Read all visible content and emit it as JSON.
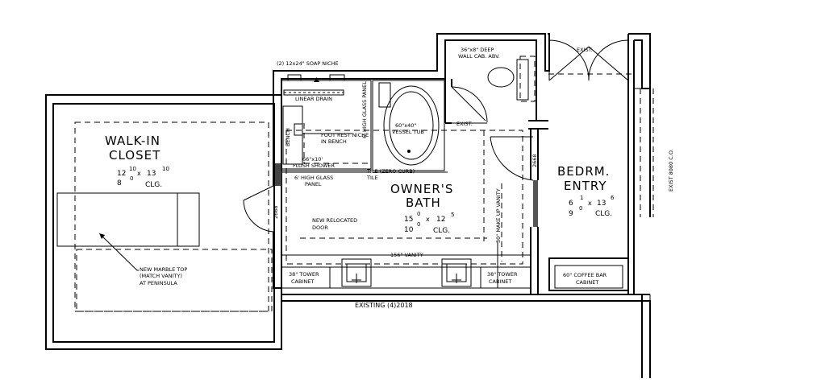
{
  "plan": {
    "soap_niche": "(2) 12x24\" SOAP NICHE",
    "deep_cab": "36\"x8\" DEEP",
    "deep_cab_2": "WALL CAB. ABV.",
    "exist_top": "EXIST.",
    "exist_mid": "EXIST.",
    "exist_8080": "EXIST 8080 C.O.",
    "linear_drain": "LINEAR DRAIN",
    "high_glass_panel_v": "6' HIGH GLASS PANEL",
    "tub": "60\"x40\"",
    "tub_2": "VESSEL TUB",
    "foot_rest": "FOOT REST NICHE",
    "foot_rest_2": "IN BENCH",
    "bench": "BENCH",
    "shower": "66\"x10'",
    "shower_2": "FLUSH SHOWER",
    "glass_panel": "6' HIGH GLASS",
    "glass_panel_2": "PANEL",
    "tile_curb": "TILE (ZERO CURB)",
    "tile": "TILE",
    "door_2668_a": "2668",
    "door_2668_b": "2668",
    "new_door": "NEW RELOCATED",
    "new_door_2": "DOOR",
    "makeup_vanity": "30\" MAKE UP VANITY",
    "vanity": "156\" VANITY",
    "tower_left": "38\" TOWER",
    "tower_left_2": "CABINET",
    "tower_right": "38\" TOWER",
    "tower_right_2": "CABINET",
    "coffee_bar": "60\" COFFEE BAR",
    "coffee_bar_2": "CABINET",
    "existing_windows": "EXISTING (4)2018",
    "marble": "NEW MARBLE TOP",
    "marble_2": "(MATCH VANITY)",
    "marble_3": "AT PENINSULA"
  },
  "rooms": {
    "closet": {
      "name1": "WALK-IN",
      "name2": "CLOSET",
      "d1": "12",
      "d1s": "10",
      "d2": "8",
      "d2s": "0",
      "x": "x",
      "d3": "13",
      "d3s": "10",
      "clg": "CLG."
    },
    "bath": {
      "name1": "OWNER'S",
      "name2": "BATH",
      "d1": "15",
      "d1s": "0",
      "d2": "10",
      "d2s": "0",
      "x": "x",
      "d3": "12",
      "d3s": "5",
      "clg": "CLG."
    },
    "entry": {
      "name1": "BEDRM.",
      "name2": "ENTRY",
      "d1": "6",
      "d1s": "1",
      "d2": "9",
      "d2s": "0",
      "x": "x",
      "d3": "13",
      "d3s": "6",
      "clg": "CLG."
    }
  }
}
